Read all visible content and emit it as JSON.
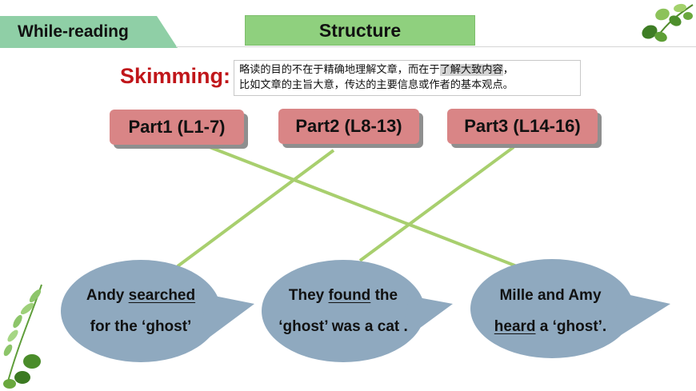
{
  "header": {
    "section_tab": "While-reading",
    "title": "Structure"
  },
  "skimming": {
    "label": "Skimming:",
    "note_line1_a": "略读的目的不在于精确地理解文章，而在于",
    "note_line1_highlight": "了解大致内容",
    "note_line1_b": "，",
    "note_line2": "比如文章的主旨大意，传达的主要信息或作者的基本观点。"
  },
  "parts": [
    {
      "label": "Part1 (L1-7)"
    },
    {
      "label": "Part2 (L8-13)"
    },
    {
      "label": "Part3 (L14-16)"
    }
  ],
  "bubbles": [
    {
      "line1_a": "Andy ",
      "line1_u": "searched",
      "line1_b": "",
      "line2_a": "for the ‘ghost’",
      "line2_u": "",
      "line2_b": ""
    },
    {
      "line1_a": "They ",
      "line1_u": "found",
      "line1_b": " the",
      "line2_a": "‘ghost’ was a cat .",
      "line2_u": "",
      "line2_b": ""
    },
    {
      "line1_a": "Mille and Amy",
      "line1_u": "",
      "line1_b": "",
      "line2_a": "",
      "line2_u": "heard",
      "line2_b": " a ‘ghost’."
    }
  ],
  "colors": {
    "accent_green": "#8fd07e",
    "tab_green": "#8fcfa6",
    "part_pink": "#d98586",
    "bubble_blue": "#8fa9bf",
    "line_green": "#a8cf6e",
    "skimming_red": "#c0161a"
  }
}
